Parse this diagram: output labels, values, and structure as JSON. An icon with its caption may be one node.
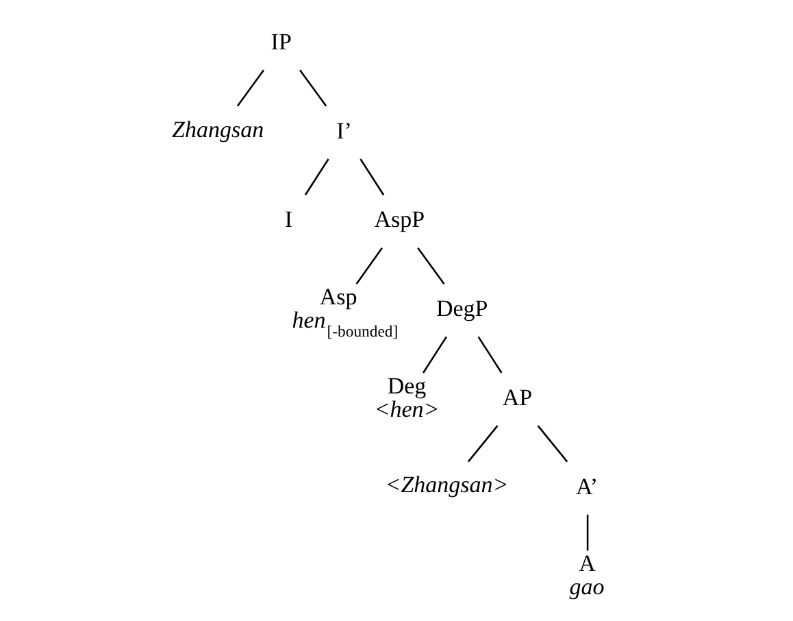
{
  "diagram": {
    "nodes": [
      {
        "text": [
          "IP"
        ]
      },
      {
        "text": [
          "Zhangsan"
        ]
      },
      {
        "text": [
          "I’"
        ]
      },
      {
        "text": [
          "I"
        ]
      },
      {
        "text": [
          "AspP"
        ]
      },
      {
        "text": [
          "Asp",
          "*hen*$_{[-bounded]}$"
        ]
      },
      {
        "text": [
          "DegP"
        ]
      },
      {
        "text": [
          "Deg",
          "<hen>"
        ]
      },
      {
        "text": [
          "AP"
        ]
      },
      {
        "text": [
          "<Zhangsan>"
        ]
      },
      {
        "text": [
          "A’"
        ]
      },
      {
        "text": [
          "A",
          "gao"
        ]
      }
    ],
    "edges": [
      {
        "from": 0,
        "to": 1,
        "arrow": "none"
      },
      {
        "from": 0,
        "to": 2,
        "arrow": "none"
      },
      {
        "from": 2,
        "to": 3,
        "arrow": "none"
      },
      {
        "from": 2,
        "to": 4,
        "arrow": "none"
      },
      {
        "from": 4,
        "to": 5,
        "arrow": "none"
      },
      {
        "from": 4,
        "to": 6,
        "arrow": "none"
      },
      {
        "from": 6,
        "to": 7,
        "arrow": "none"
      },
      {
        "from": 6,
        "to": 8,
        "arrow": "none"
      },
      {
        "from": 8,
        "to": 9,
        "arrow": "none"
      },
      {
        "from": 8,
        "to": 10,
        "arrow": "none"
      },
      {
        "from": 10,
        "to": 11,
        "arrow": "none"
      }
    ]
  }
}
